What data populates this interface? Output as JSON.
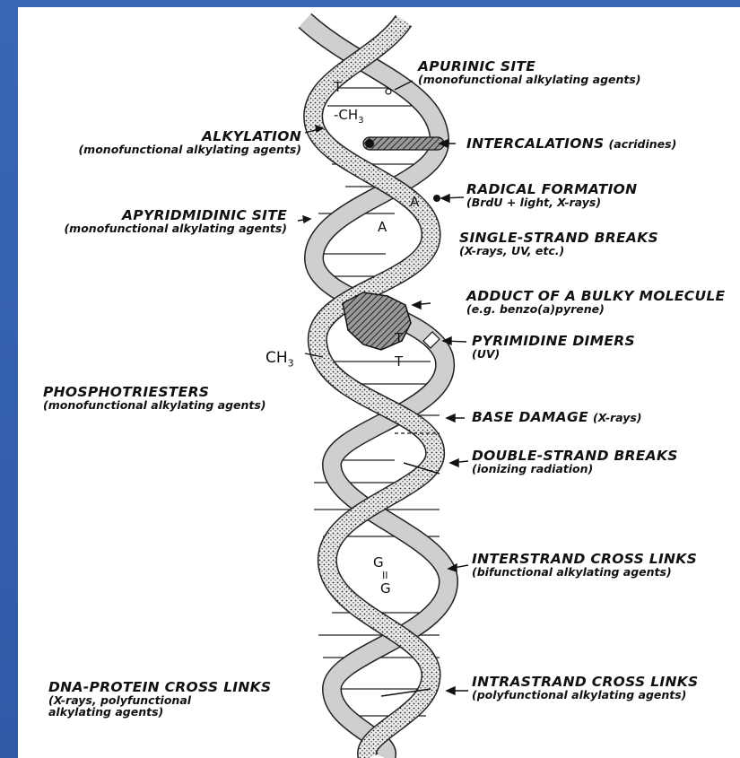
{
  "annotations": {
    "apurinic": {
      "title": "APURINIC SITE",
      "sub": "(monofunctional alkylating agents)"
    },
    "alkylation": {
      "title": "ALKYLATION",
      "sub": "(monofunctional alkylating agents)"
    },
    "intercalations": {
      "title": "INTERCALATIONS",
      "sub": "(acridines)"
    },
    "radical": {
      "title": "RADICAL FORMATION",
      "sub": "(BrdU + light, X-rays)"
    },
    "apyridmidinic": {
      "title": "APYRIDMIDINIC SITE",
      "sub": "(monofunctional alkylating agents)"
    },
    "single_strand": {
      "title": "SINGLE-STRAND BREAKS",
      "sub": "(X-rays, UV, etc.)"
    },
    "adduct": {
      "title": "ADDUCT OF A BULKY MOLECULE",
      "sub": "(e.g. benzo(a)pyrene)"
    },
    "pyrimidine": {
      "title": "PYRIMIDINE DIMERS",
      "sub": "(UV)"
    },
    "phosphotriesters": {
      "title": "PHOSPHOTRIESTERS",
      "sub": "(monofunctional alkylating agents)"
    },
    "base_damage": {
      "title": "BASE DAMAGE",
      "sub": "(X-rays)"
    },
    "double_strand": {
      "title": "DOUBLE-STRAND BREAKS",
      "sub": "(ionizing radiation)"
    },
    "interstrand": {
      "title": "INTERSTRAND CROSS LINKS",
      "sub": "(bifunctional alkylating agents)"
    },
    "dna_protein": {
      "title": "DNA-PROTEIN CROSS LINKS",
      "sub1": "(X-rays, polyfunctional",
      "sub2": "alkylating agents)"
    },
    "intrastrand": {
      "title": "INTRASTRAND CROSS LINKS",
      "sub": "(polyfunctional alkylating agents)"
    }
  },
  "bases": {
    "t_top": "T",
    "ch3_top": "CH",
    "ch3_top_sub": "3",
    "a1": "A",
    "a2": "A",
    "t_dimer_1": "T",
    "t_dimer_2": "T",
    "ch3_left": "CH",
    "ch3_left_sub": "3",
    "g1": "G",
    "g_link": "II",
    "g2": "G"
  },
  "colors": {
    "frame": "#2f5aa8",
    "page": "#ffffff",
    "ink": "#111111",
    "strand_light": "#cfcfcf",
    "strand_dotted": "#e6e6e6"
  }
}
